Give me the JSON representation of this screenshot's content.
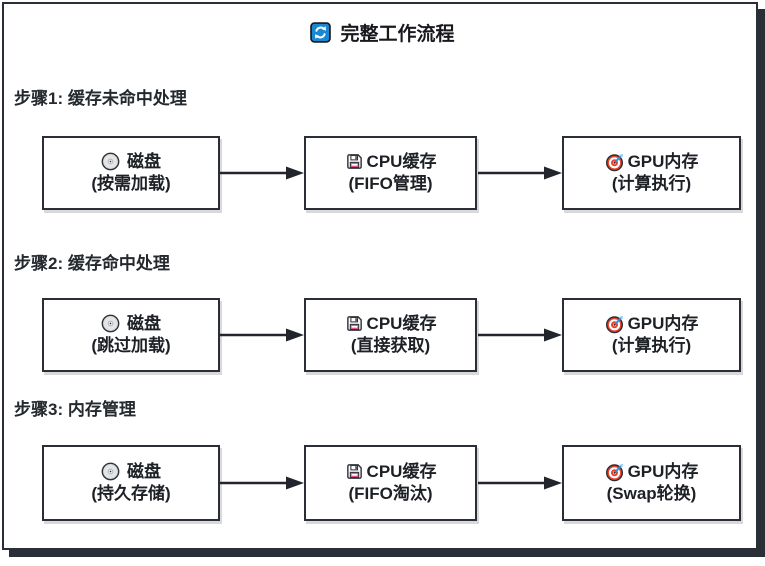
{
  "title": {
    "text": "完整工作流程",
    "icon": "refresh-icon"
  },
  "colors": {
    "frame_border": "#2a2f37",
    "box_border": "#2a2f37",
    "arrow": "#22262c",
    "refresh_icon_blue": "#1a87d2",
    "floppy_label_pink": "#ef5391",
    "target_red": "#e8402a",
    "dart_blue": "#2e8fe0",
    "cd_silver": "#d7d9db"
  },
  "steps": [
    {
      "label": "步骤1: 缓存未命中处理",
      "nodes": [
        {
          "icon": "cd-icon",
          "name": "磁盘",
          "sub": "(按需加载)"
        },
        {
          "icon": "floppy-disk-icon",
          "name": "CPU缓存",
          "sub": "(FIFO管理)"
        },
        {
          "icon": "target-icon",
          "name": "GPU内存",
          "sub": "(计算执行)"
        }
      ]
    },
    {
      "label": "步骤2: 缓存命中处理",
      "nodes": [
        {
          "icon": "cd-icon",
          "name": "磁盘",
          "sub": "(跳过加载)"
        },
        {
          "icon": "floppy-disk-icon",
          "name": "CPU缓存",
          "sub": "(直接获取)"
        },
        {
          "icon": "target-icon",
          "name": "GPU内存",
          "sub": "(计算执行)"
        }
      ]
    },
    {
      "label": "步骤3: 内存管理",
      "nodes": [
        {
          "icon": "cd-icon",
          "name": "磁盘",
          "sub": "(持久存储)"
        },
        {
          "icon": "floppy-disk-icon",
          "name": "CPU缓存",
          "sub": "(FIFO淘汰)"
        },
        {
          "icon": "target-icon",
          "name": "GPU内存",
          "sub": "(Swap轮换)"
        }
      ]
    }
  ]
}
